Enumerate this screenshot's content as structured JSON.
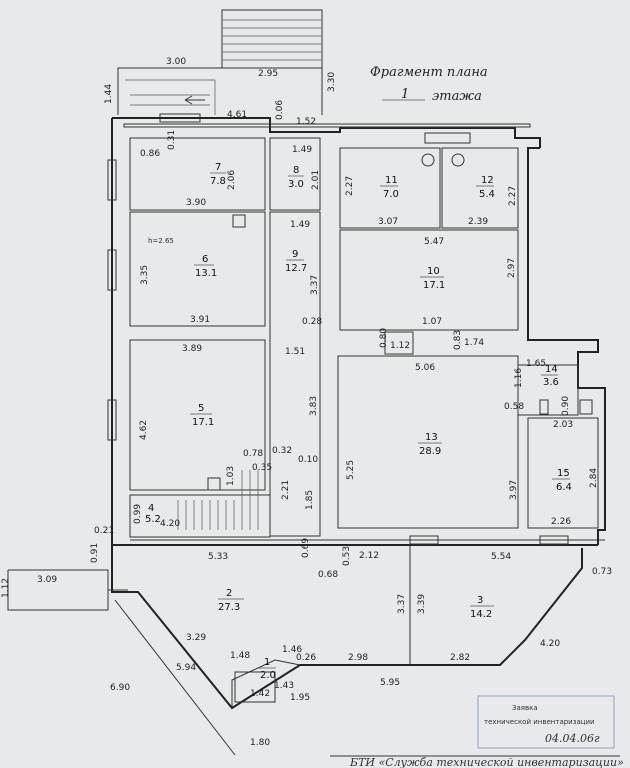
{
  "title": {
    "line1": "Фрагмент плана",
    "floor_number": "1",
    "floor_word": "этажа"
  },
  "ceiling": "h=2.65",
  "rooms": [
    {
      "num": "1",
      "area": "2.0"
    },
    {
      "num": "2",
      "area": "27.3"
    },
    {
      "num": "3",
      "area": "14.2"
    },
    {
      "num": "4",
      "area": "5.2"
    },
    {
      "num": "5",
      "area": "17.1"
    },
    {
      "num": "6",
      "area": "13.1"
    },
    {
      "num": "7",
      "area": "7.8"
    },
    {
      "num": "8",
      "area": "3.0"
    },
    {
      "num": "9",
      "area": "12.7"
    },
    {
      "num": "10",
      "area": "17.1"
    },
    {
      "num": "11",
      "area": "7.0"
    },
    {
      "num": "12",
      "area": "5.4"
    },
    {
      "num": "13",
      "area": "28.9"
    },
    {
      "num": "14",
      "area": "3.6"
    },
    {
      "num": "15",
      "area": "6.4"
    }
  ],
  "dims": {
    "d300": "3.00",
    "d295": "2.95",
    "d144": "1.44",
    "d330": "3.30",
    "d461": "4.61",
    "d006": "0.06",
    "d152": "1.52",
    "d149a": "1.49",
    "d086": "0.86",
    "d031": "0.31",
    "d206": "2.06",
    "d201": "2.01",
    "d227a": "2.27",
    "d227b": "2.27",
    "d390": "3.90",
    "d149b": "1.49",
    "d307": "3.07",
    "d547": "5.47",
    "d239": "2.39",
    "d335": "3.35",
    "d337": "3.37",
    "d297": "2.97",
    "d391": "3.91",
    "d028": "0.28",
    "d107": "1.07",
    "d080": "0.80",
    "d112": "1.12",
    "d083": "0.83",
    "d174": "1.74",
    "d389": "3.89",
    "d151": "1.51",
    "d165": "1.65",
    "d506": "5.06",
    "d116": "1.16",
    "d058": "0.58",
    "d090": "0.90",
    "d203": "2.03",
    "d462": "4.62",
    "d383": "3.83",
    "d078": "0.78",
    "d032": "0.32",
    "d010": "0.10",
    "d525": "5.25",
    "d284": "2.84",
    "d103": "1.03",
    "d035": "0.35",
    "d221": "2.21",
    "d185": "1.85",
    "d397": "3.97",
    "d099": "0.99",
    "d420": "4.20",
    "d226": "2.26",
    "d021": "0.21",
    "d091": "0.91",
    "d533": "5.33",
    "d069": "0.69",
    "d053": "0.53",
    "d212": "2.12",
    "d554": "5.54",
    "d073": "0.73",
    "d068": "0.68",
    "d309": "3.09",
    "d112b": "1.12",
    "d337b": "3.37",
    "d339": "3.39",
    "d329": "3.29",
    "d594": "5.94",
    "d148": "1.48",
    "d146": "1.46",
    "d026": "0.26",
    "d298": "2.98",
    "d282": "2.82",
    "d420b": "4.20",
    "d690": "6.90",
    "d142": "1.42",
    "d143": "1.43",
    "d595": "5.95",
    "d195": "1.95",
    "d180": "1.80"
  },
  "stamp": {
    "line1": "Заявка",
    "line2": "технической инвентаризации",
    "line3": "04.04.06г"
  },
  "footer": "БТИ «Служба технической инвентаризации»",
  "colors": {
    "background": "#e7e9ea",
    "lines": "#222222",
    "stamp": "#9aa4c8"
  }
}
